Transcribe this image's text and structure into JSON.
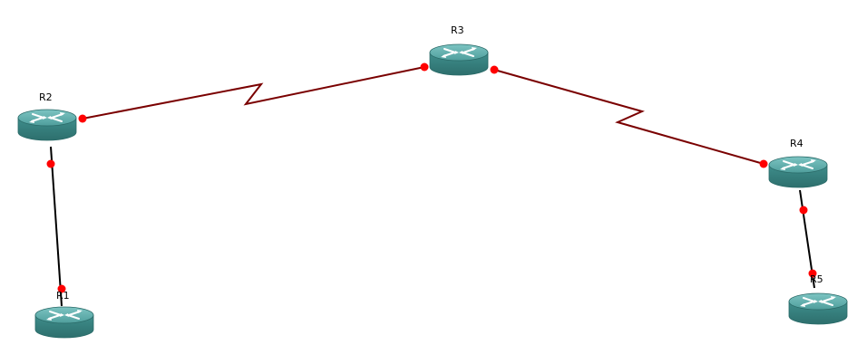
{
  "topology": {
    "routers": [
      {
        "id": "R1",
        "label": "R1"
      },
      {
        "id": "R2",
        "label": "R2"
      },
      {
        "id": "R3",
        "label": "R3"
      },
      {
        "id": "R4",
        "label": "R4"
      },
      {
        "id": "R5",
        "label": "R5"
      }
    ],
    "links": [
      {
        "from": "R2",
        "to": "R3",
        "type": "serial"
      },
      {
        "from": "R3",
        "to": "R4",
        "type": "serial"
      },
      {
        "from": "R2",
        "to": "R1",
        "type": "ethernet"
      },
      {
        "from": "R4",
        "to": "R5",
        "type": "ethernet"
      }
    ]
  },
  "colors": {
    "serial_link": "#7a0000",
    "ethernet_link": "#000000",
    "port_dot": "#ff0000",
    "router_body": "#3f8e8c",
    "router_top": "#5fb0ae",
    "router_dark": "#2a6a68"
  }
}
